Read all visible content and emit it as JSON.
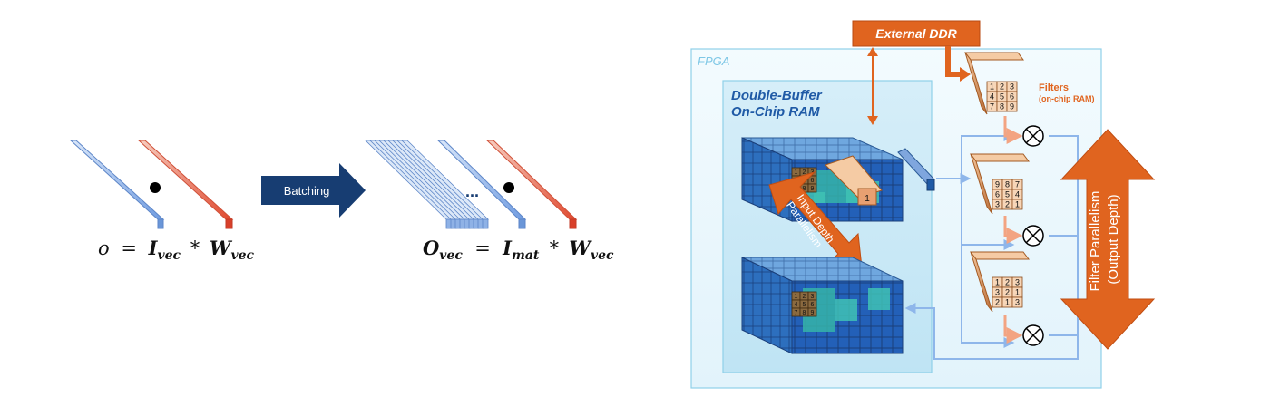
{
  "left": {
    "eq1": {
      "lhs": "o",
      "i_base": "I",
      "i_sub": "vec",
      "op": "*",
      "w_base": "W",
      "w_sub": "vec"
    },
    "arrow_label": "Batching",
    "ellipsis": "...",
    "eq2": {
      "o_base": "O",
      "o_sub": "vec",
      "i_base": "I",
      "i_sub": "mat",
      "op": "*",
      "w_base": "W",
      "w_sub": "vec"
    }
  },
  "fpga": {
    "external_ddr": "External DDR",
    "fpga_label": "FPGA",
    "buffer_line1": "Double-Buffer",
    "buffer_line2": "On-Chip RAM",
    "filters_label": "Filters",
    "filters_sub": "(on-chip RAM)",
    "input_depth_line1": "Input Depth",
    "input_depth_line2": "Parallelism",
    "filter_par_line1": "Filter Parallelism",
    "filter_par_line2": "(Output Depth)",
    "kernel_top": [
      "1",
      "2",
      "3",
      "4",
      "5",
      "6",
      "7",
      "8",
      "9"
    ],
    "kernel_mid": [
      "9",
      "8",
      "7",
      "6",
      "5",
      "4",
      "3",
      "2",
      "1"
    ],
    "kernel_bot": [
      "1",
      "2",
      "3",
      "3",
      "2",
      "1",
      "2",
      "1",
      "3"
    ],
    "input_cell": "1"
  },
  "colors": {
    "blue": "#5b8fd6",
    "red": "#e0523a",
    "navy": "#143a6e",
    "orange": "#e0641f",
    "teal": "#2aa9a4"
  }
}
